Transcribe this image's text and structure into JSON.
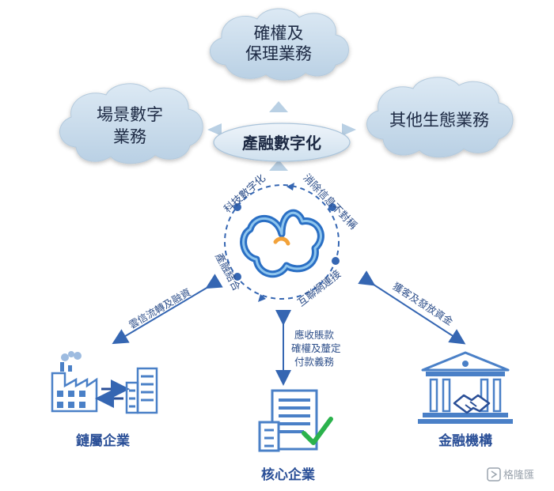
{
  "top_clouds": {
    "top": {
      "line1": "確權及",
      "line2": "保理業務"
    },
    "left": {
      "line1": "場景數字",
      "line2": "業務"
    },
    "right": {
      "line1": "其他生態業務"
    }
  },
  "center_title": "產融數字化",
  "ring_labels": {
    "tech": "科技數字化",
    "info": "消除信息不對稱",
    "integration": "產融結合",
    "network": "互聯網連接"
  },
  "arrows": {
    "left": "雲信流轉及融資",
    "right": "獲客及發放資金",
    "center": {
      "line1": "應收賬款",
      "line2": "確權及釐定",
      "line3": "付款義務"
    }
  },
  "entities": {
    "chain": "鏈屬企業",
    "core": "核心企業",
    "finance": "金融機構"
  },
  "watermark": "格隆匯",
  "colors": {
    "cloud": "#c9dceb",
    "accent": "#2a4f97",
    "arrow": "#3566b2",
    "check": "#2bb24c",
    "logo_orange": "#f2a23a"
  }
}
